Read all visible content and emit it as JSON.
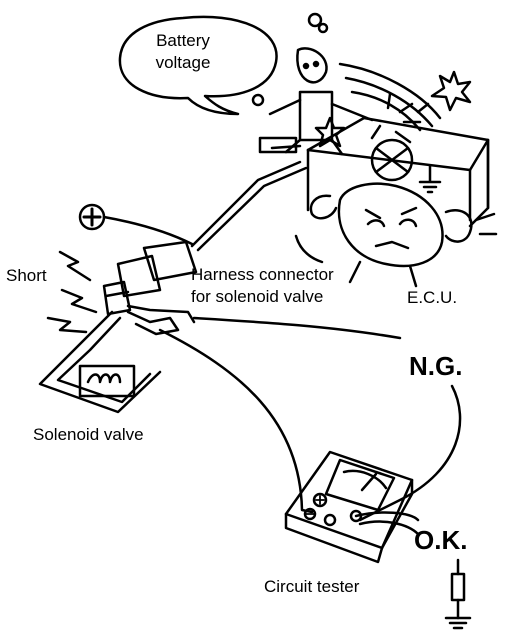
{
  "labels": {
    "bubble_line1": "Battery",
    "bubble_line2": "voltage",
    "short": "Short",
    "harness_line1": "Harness connector",
    "harness_line2": "for solenoid valve",
    "ecu": "E.C.U.",
    "solenoid_valve": "Solenoid valve",
    "ng": "N.G.",
    "ok": "O.K.",
    "circuit_tester": "Circuit tester"
  }
}
